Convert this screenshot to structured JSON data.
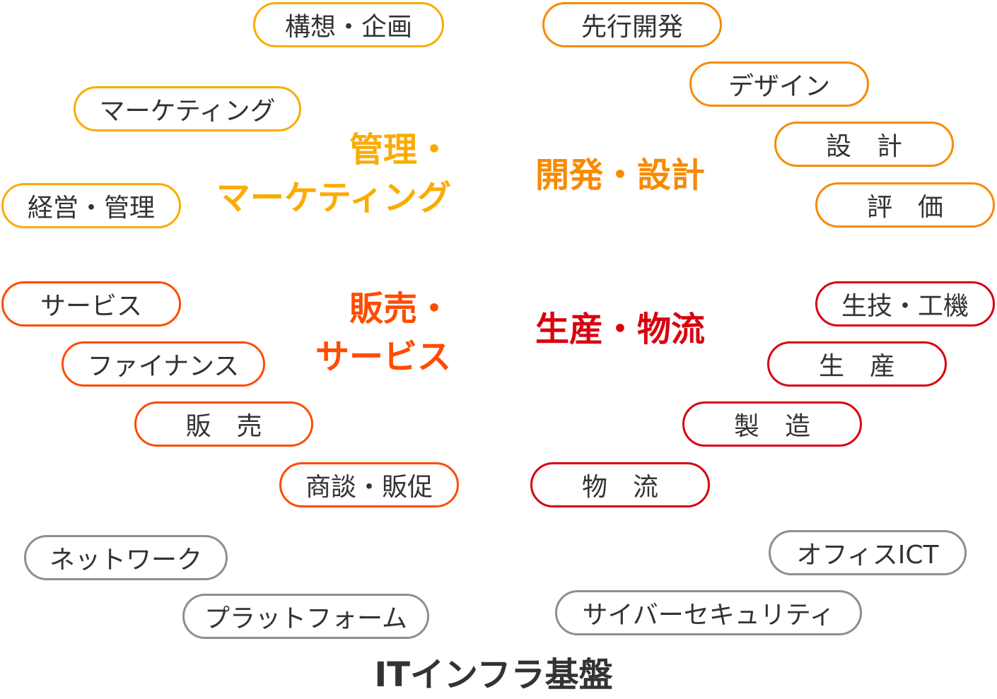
{
  "colors": {
    "planning": "#fbab00",
    "development": "#f78a00",
    "sales": "#ff4b00",
    "production": "#d9000f",
    "infra": "#8e8e8e",
    "text": "#333333"
  },
  "categories": {
    "management_marketing": {
      "line1": "管理・",
      "line2": "マーケティング"
    },
    "development_design": {
      "label": "開発・設計"
    },
    "sales_service": {
      "line1": "販売・",
      "line2": "サービス"
    },
    "production_logistics": {
      "label": "生産・物流"
    },
    "it_infra": {
      "label": "ITインフラ基盤"
    }
  },
  "pills": {
    "concept_planning": "構想・企画",
    "marketing": "マーケティング",
    "management": "経営・管理",
    "advanced_dev": "先行開発",
    "design": "デザイン",
    "engineering": "設　計",
    "evaluation": "評　価",
    "service": "サービス",
    "finance": "ファイナンス",
    "sales": "販　売",
    "negotiation": "商談・販促",
    "prod_engineering": "生技・工機",
    "production": "生　産",
    "manufacturing": "製　造",
    "logistics": "物　流",
    "network": "ネットワーク",
    "platform": "プラットフォーム",
    "office_ict": "オフィスICT",
    "cyber_security": "サイバーセキュリティ"
  }
}
